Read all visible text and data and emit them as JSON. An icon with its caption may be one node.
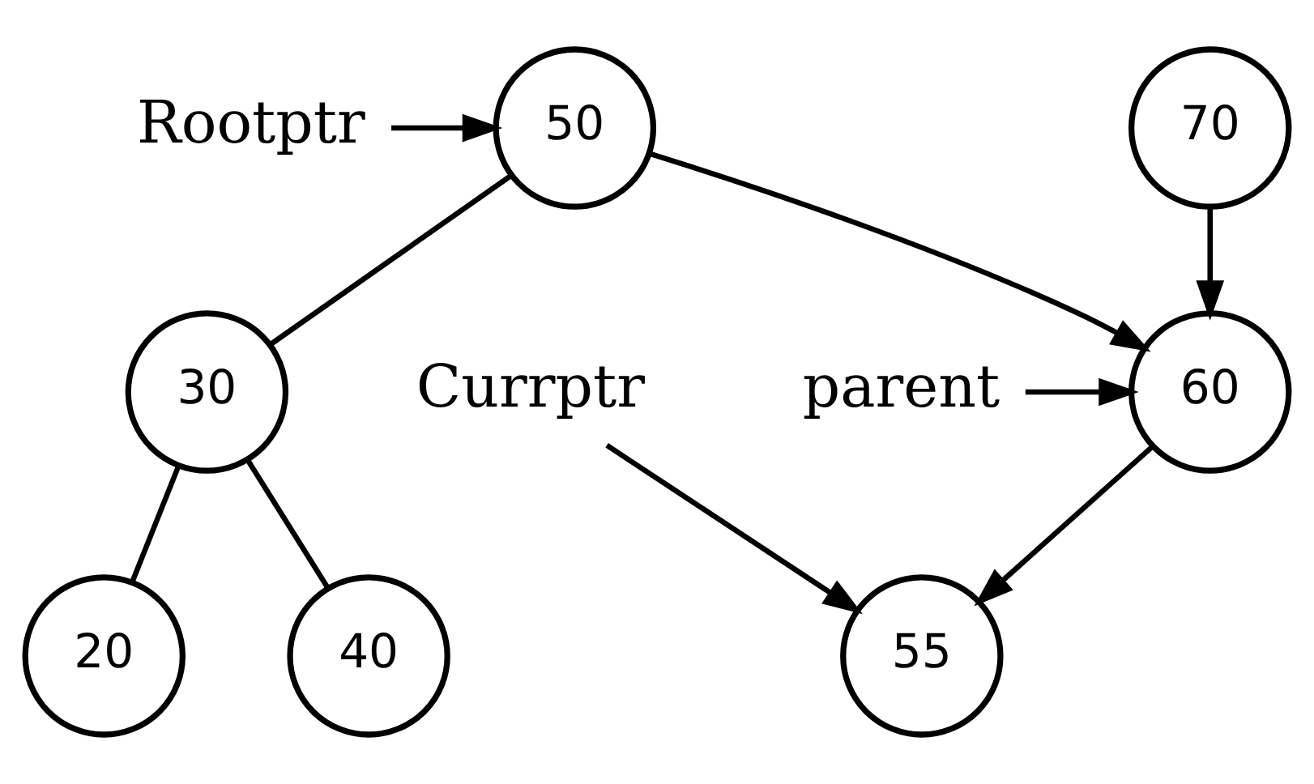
{
  "diagram": {
    "nodes": [
      {
        "text": [
          "Rootptr"
        ]
      },
      {
        "text": [
          "50"
        ]
      },
      {
        "text": [
          "30"
        ]
      },
      {
        "text": [
          "60"
        ]
      },
      {
        "text": [
          "20"
        ]
      },
      {
        "text": [
          "40"
        ]
      },
      {
        "text": [
          "55"
        ]
      },
      {
        "text": [
          "70"
        ]
      },
      {
        "text": [
          "parent"
        ]
      },
      {
        "text": [
          "Currptr"
        ]
      }
    ],
    "edges": [
      {
        "from": 0,
        "to": 1,
        "arrow": "to"
      },
      {
        "from": 1,
        "to": 2,
        "arrow": "none"
      },
      {
        "from": 1,
        "to": 3,
        "arrow": "to"
      },
      {
        "from": 2,
        "to": 4,
        "arrow": "none"
      },
      {
        "from": 2,
        "to": 5,
        "arrow": "none"
      },
      {
        "from": 3,
        "to": 6,
        "arrow": "to"
      },
      {
        "from": 7,
        "to": 3,
        "arrow": "to"
      },
      {
        "from": 8,
        "to": 3,
        "arrow": "to"
      },
      {
        "from": 9,
        "to": 6,
        "arrow": "to"
      }
    ]
  }
}
